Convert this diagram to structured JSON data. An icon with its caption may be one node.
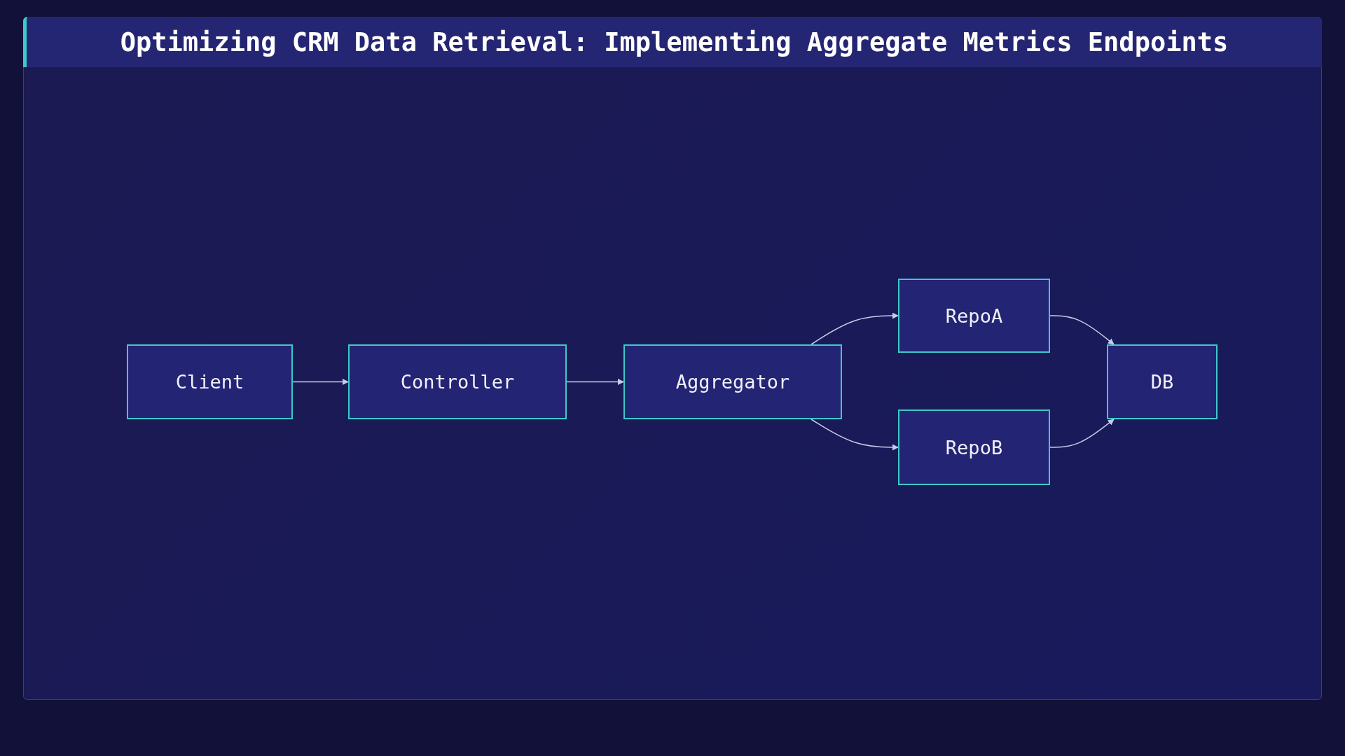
{
  "diagram": {
    "title": "Optimizing CRM Data Retrieval: Implementing Aggregate Metrics Endpoints",
    "nodes": [
      {
        "text": [
          "Client"
        ]
      },
      {
        "text": [
          "Controller"
        ]
      },
      {
        "text": [
          "Aggregator"
        ]
      },
      {
        "text": [
          "RepoA"
        ]
      },
      {
        "text": [
          "RepoB"
        ]
      },
      {
        "text": [
          "DB"
        ]
      }
    ],
    "edges": [
      {
        "from": 0,
        "to": 1,
        "arrow": "to"
      },
      {
        "from": 1,
        "to": 2,
        "arrow": "to"
      },
      {
        "from": 2,
        "to": 3,
        "arrow": "to"
      },
      {
        "from": 2,
        "to": 4,
        "arrow": "to"
      },
      {
        "from": 3,
        "to": 5,
        "arrow": "to"
      },
      {
        "from": 4,
        "to": 5,
        "arrow": "to"
      }
    ]
  }
}
